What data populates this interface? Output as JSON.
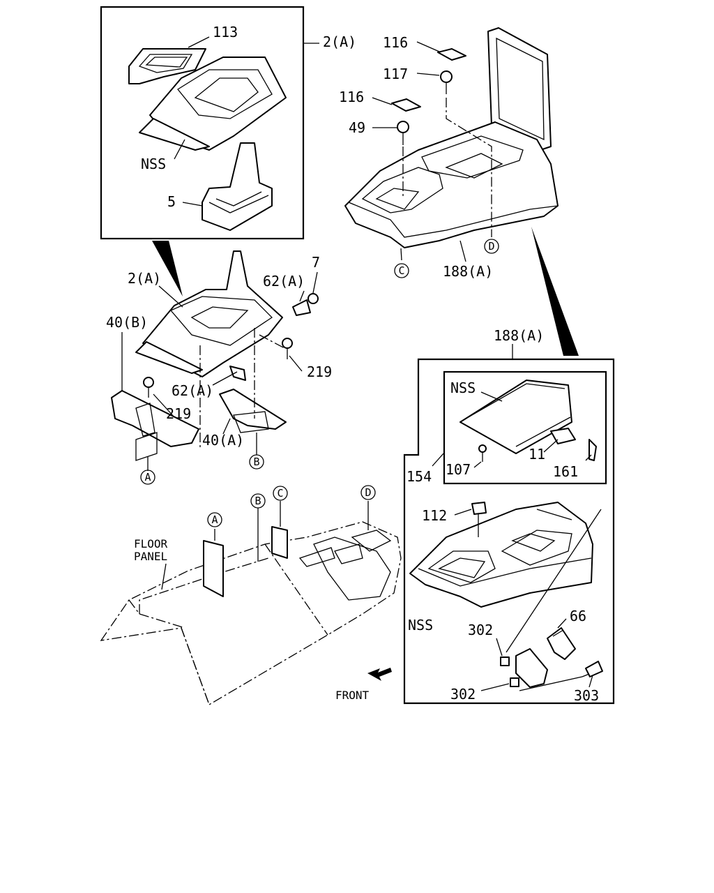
{
  "labels": {
    "l113": "113",
    "l2a_top": "2(A)",
    "nss_top": "NSS",
    "l5": "5",
    "l116_a": "116",
    "l117": "117",
    "l116_b": "116",
    "l49": "49",
    "l188a_top": "188(A)",
    "l2a_mid": "2(A)",
    "l62a_a": "62(A)",
    "l7": "7",
    "l40b": "40(B)",
    "l219_a": "219",
    "l62a_b": "62(A)",
    "l219_b": "219",
    "l40a": "40(A)",
    "l188a_right": "188(A)",
    "nss_inset": "NSS",
    "l11": "11",
    "l161": "161",
    "l154": "154",
    "l107": "107",
    "l112": "112",
    "nss_right": "NSS",
    "l66": "66",
    "l302_a": "302",
    "l302_b": "302",
    "l303": "303",
    "floor_1": "FLOOR",
    "floor_2": "PANEL",
    "front": "FRONT"
  },
  "markers": {
    "a": "A",
    "b": "B",
    "c": "C",
    "d": "D"
  }
}
